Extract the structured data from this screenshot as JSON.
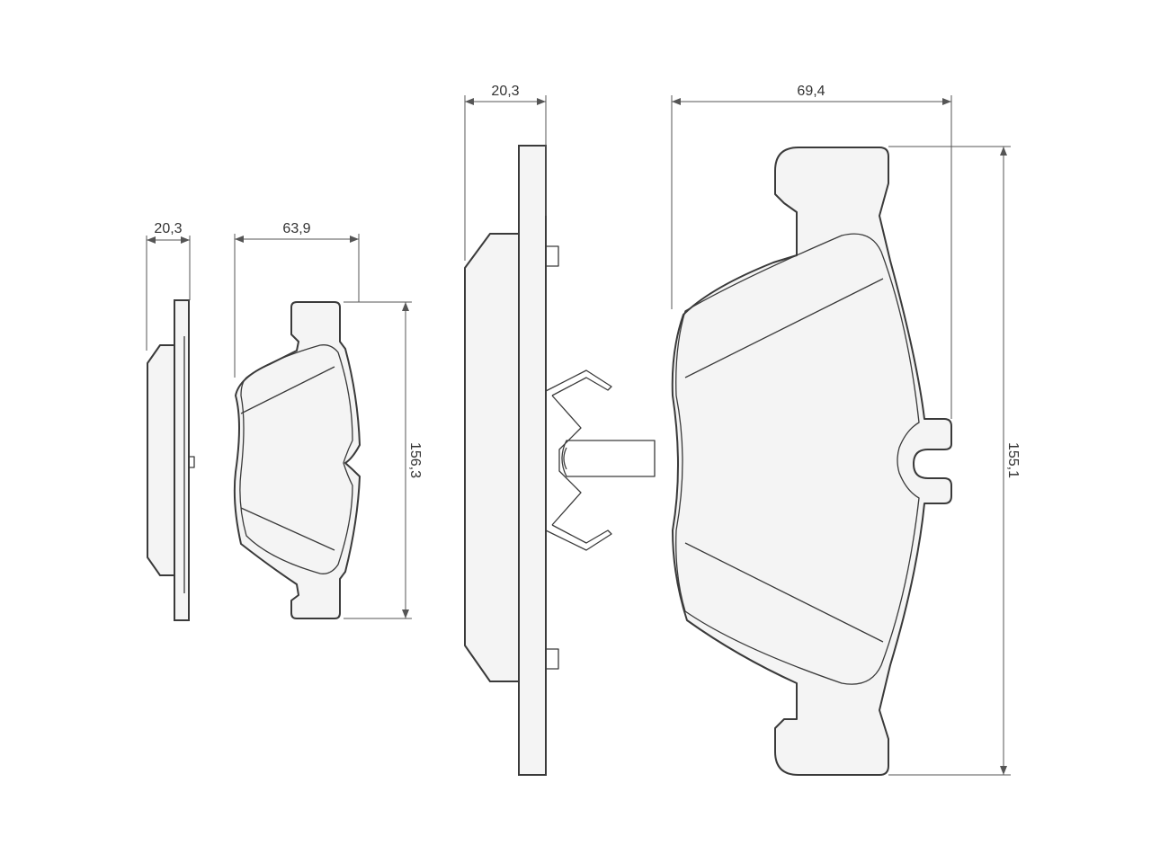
{
  "dimensions": {
    "small_thickness": "20,3",
    "small_width": "63,9",
    "small_height": "156,3",
    "large_thickness": "20,3",
    "large_width": "69,4",
    "large_height": "155,1"
  },
  "colors": {
    "line": "#3a3a3a",
    "dimension": "#555555",
    "fill": "#f4f4f4",
    "background": "#ffffff"
  }
}
